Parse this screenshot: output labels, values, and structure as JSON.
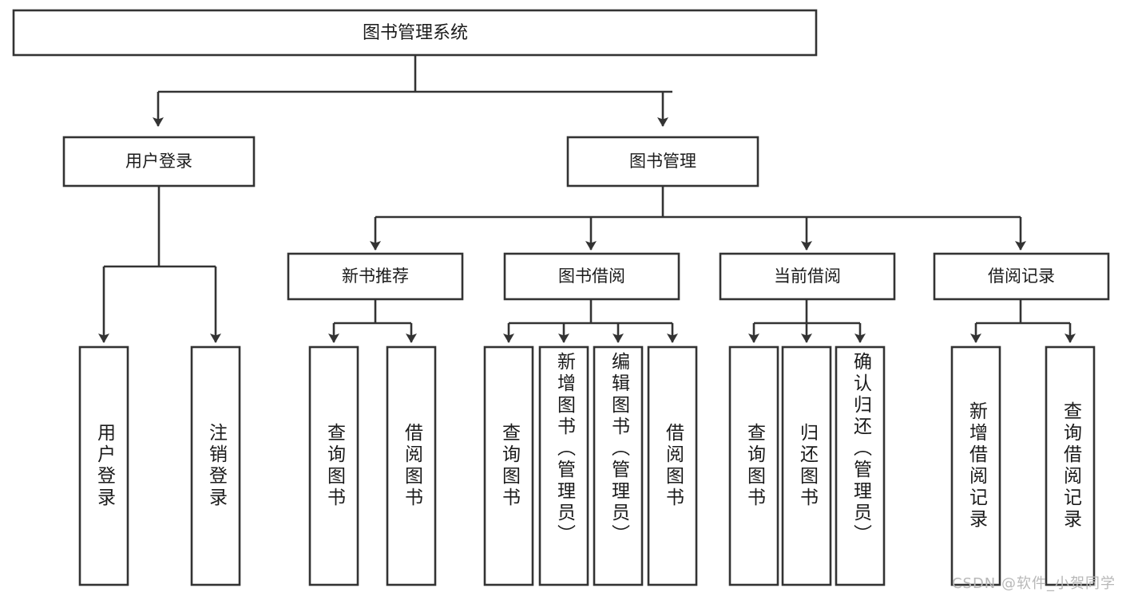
{
  "diagram": {
    "title": "图书管理系统",
    "type": "tree",
    "orientation": "top-down",
    "colors": {
      "box_stroke": "#333333",
      "box_fill": "#ffffff",
      "connector": "#333333",
      "text": "#1b1b1b",
      "background": "#ffffff",
      "watermark": "#b8b8b8"
    },
    "root": {
      "label": "图书管理系统"
    },
    "level2": [
      {
        "label": "用户登录"
      },
      {
        "label": "图书管理"
      }
    ],
    "level3": [
      {
        "label": "新书推荐"
      },
      {
        "label": "图书借阅"
      },
      {
        "label": "当前借阅"
      },
      {
        "label": "借阅记录"
      }
    ],
    "leaves": {
      "user_login": [
        {
          "label": "用户登录"
        },
        {
          "label": "注销登录"
        }
      ],
      "new_book_recommend": [
        {
          "label": "查询图书"
        },
        {
          "label": "借阅图书"
        }
      ],
      "book_borrow": [
        {
          "label": "查询图书"
        },
        {
          "label": "新增图书（管理员）"
        },
        {
          "label": "编辑图书（管理员）"
        },
        {
          "label": "借阅图书"
        }
      ],
      "current_borrow": [
        {
          "label": "查询图书"
        },
        {
          "label": "归还图书"
        },
        {
          "label": "确认归还（管理员）"
        }
      ],
      "borrow_record": [
        {
          "label": "新增借阅记录"
        },
        {
          "label": "查询借阅记录"
        }
      ]
    }
  },
  "watermark": {
    "text": "CSDN @软件_小贺同学"
  }
}
